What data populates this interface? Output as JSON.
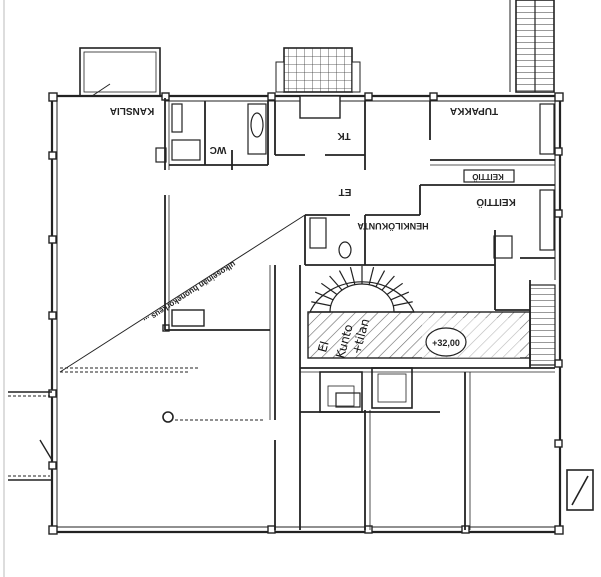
{
  "plan": {
    "rooms": {
      "upper_left_room": "KANSLIA",
      "wc": "WC",
      "tk": "TK",
      "upper_right_room": "TUPAKKA",
      "hall": "ET",
      "kitchen": "KEITTIÖ",
      "kitchen_alt": "KEITTIÖ",
      "storage": "HENKILÖKUNTA"
    },
    "diagonal_note": "ulkoseinän huonekorkeus ...",
    "elevation": "+32,00",
    "handwritten": [
      "EI",
      "Kunto",
      "+tilan"
    ]
  }
}
